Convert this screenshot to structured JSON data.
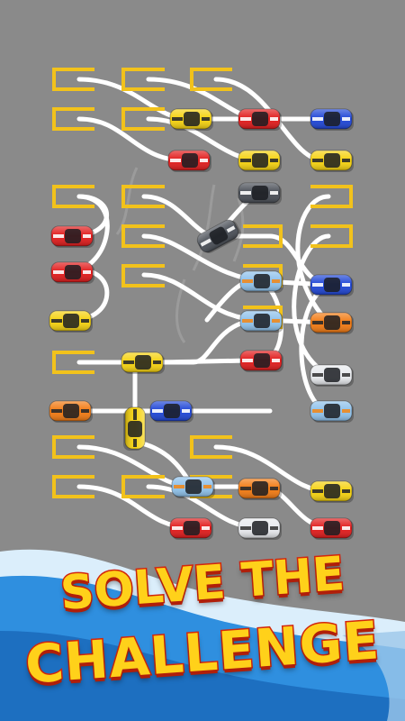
{
  "game": {
    "banner": {
      "line1": "SOLVE THE",
      "line2": "CHALLENGE"
    },
    "colors": {
      "asphalt": "#8a8a8a",
      "slot_outline": "#f2c21b",
      "path": "#ffffff",
      "banner_fill": "#ffd11a",
      "banner_outline": "#d3260c",
      "wave_light": "#dbeefb",
      "wave_blue": "#2f8fdf"
    },
    "cars": [
      {
        "id": "c1",
        "color": "yellow",
        "heading": "horizontal"
      },
      {
        "id": "c2",
        "color": "red",
        "heading": "horizontal"
      },
      {
        "id": "c3",
        "color": "blue",
        "heading": "horizontal"
      },
      {
        "id": "c4",
        "color": "red",
        "heading": "horizontal"
      },
      {
        "id": "c5",
        "color": "yellow",
        "heading": "horizontal"
      },
      {
        "id": "c6",
        "color": "yellow",
        "heading": "horizontal"
      },
      {
        "id": "c7",
        "color": "gray",
        "heading": "horizontal"
      },
      {
        "id": "c8",
        "color": "red",
        "heading": "horizontal"
      },
      {
        "id": "c9",
        "color": "gray",
        "heading": "diagonal"
      },
      {
        "id": "c10",
        "color": "red",
        "heading": "horizontal"
      },
      {
        "id": "c11",
        "color": "light-blue",
        "heading": "horizontal"
      },
      {
        "id": "c12",
        "color": "blue",
        "heading": "horizontal"
      },
      {
        "id": "c13",
        "color": "yellow",
        "heading": "horizontal"
      },
      {
        "id": "c14",
        "color": "light-blue",
        "heading": "horizontal"
      },
      {
        "id": "c15",
        "color": "orange",
        "heading": "horizontal"
      },
      {
        "id": "c16",
        "color": "yellow",
        "heading": "horizontal"
      },
      {
        "id": "c17",
        "color": "red",
        "heading": "horizontal"
      },
      {
        "id": "c18",
        "color": "white",
        "heading": "horizontal"
      },
      {
        "id": "c19",
        "color": "orange",
        "heading": "horizontal"
      },
      {
        "id": "c20",
        "color": "blue",
        "heading": "horizontal"
      },
      {
        "id": "c21",
        "color": "light-blue",
        "heading": "horizontal"
      },
      {
        "id": "c22",
        "color": "yellow",
        "heading": "vertical"
      },
      {
        "id": "c23",
        "color": "light-blue",
        "heading": "horizontal"
      },
      {
        "id": "c24",
        "color": "orange",
        "heading": "horizontal"
      },
      {
        "id": "c25",
        "color": "yellow",
        "heading": "horizontal"
      },
      {
        "id": "c26",
        "color": "red",
        "heading": "horizontal"
      },
      {
        "id": "c27",
        "color": "white",
        "heading": "horizontal"
      },
      {
        "id": "c28",
        "color": "red",
        "heading": "horizontal"
      }
    ]
  }
}
